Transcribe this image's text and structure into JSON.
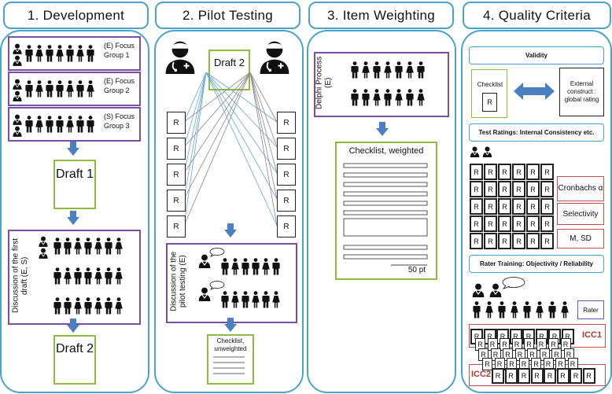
{
  "headers": [
    "1. Development",
    "2. Pilot Testing",
    "3. Item Weighting",
    "4. Quality Criteria"
  ],
  "col1": {
    "groups": [
      "(E) Focus Group 1",
      "(E) Focus Group 2",
      "(S) Focus Group 3"
    ],
    "draft1": "Draft 1",
    "discussion": "Discussion of the first draft (E, S)",
    "draft2": "Draft 2"
  },
  "col2": {
    "draft": "Draft 2",
    "r_label": "R",
    "discussion": "Discussion of the pilot testing (E)",
    "checklist": "Checklist, unweighted"
  },
  "col3": {
    "delphi": "Delphi Process (E)",
    "checklist": "Checklist, weighted",
    "points": "50 pt"
  },
  "col4": {
    "validity": "Validity",
    "checklist": "Checklist",
    "r_label": "R",
    "external": "External construct : global rating",
    "test_ratings": "Test Ratings:  Internal Consistency etc.",
    "cronbach": "Cronbachs α",
    "selectivity": "Selectivity",
    "msd": "M, SD",
    "rater_training": "Rater Training: Objectivity / Reliability",
    "rater": "Rater",
    "icc1": "ICC1",
    "icc2": "ICC2"
  },
  "colors": {
    "frame": "#4aa3c8",
    "purple": "#7a4fa3",
    "green": "#8fbc3e",
    "red": "#c0504d",
    "arrow": "#4a7fc1",
    "icc": "#b03a2e"
  }
}
